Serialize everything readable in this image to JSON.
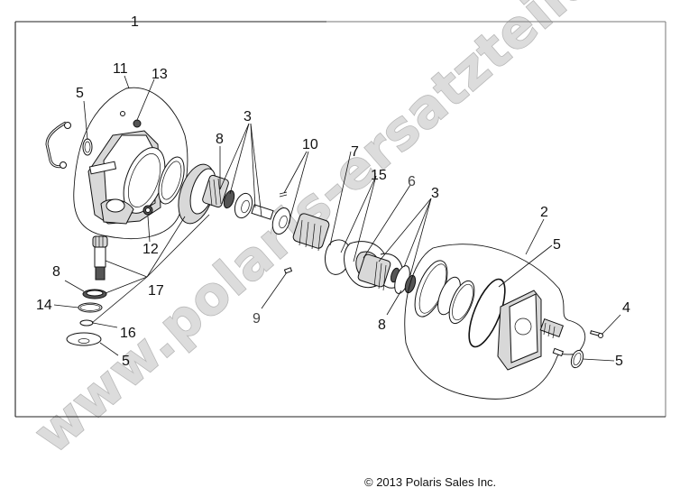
{
  "diagram": {
    "type": "exploded-parts-diagram",
    "assembly_callout": "1",
    "callouts": [
      {
        "id": "c1",
        "label": "1"
      },
      {
        "id": "c11",
        "label": "11"
      },
      {
        "id": "c13",
        "label": "13"
      },
      {
        "id": "c5a",
        "label": "5"
      },
      {
        "id": "c3a",
        "label": "3"
      },
      {
        "id": "c8a",
        "label": "8"
      },
      {
        "id": "c10",
        "label": "10"
      },
      {
        "id": "c7",
        "label": "7"
      },
      {
        "id": "c15",
        "label": "15"
      },
      {
        "id": "c6",
        "label": "6"
      },
      {
        "id": "c3b",
        "label": "3"
      },
      {
        "id": "c2",
        "label": "2"
      },
      {
        "id": "c5b",
        "label": "5"
      },
      {
        "id": "c12",
        "label": "12"
      },
      {
        "id": "c8b",
        "label": "8"
      },
      {
        "id": "c17",
        "label": "17"
      },
      {
        "id": "c14",
        "label": "14"
      },
      {
        "id": "c16",
        "label": "16"
      },
      {
        "id": "c5c",
        "label": "5"
      },
      {
        "id": "c9",
        "label": "9"
      },
      {
        "id": "c8c",
        "label": "8"
      },
      {
        "id": "c4",
        "label": "4"
      },
      {
        "id": "c5d",
        "label": "5"
      }
    ],
    "groups": [
      {
        "name": "front-housing-group",
        "callout": "11"
      },
      {
        "name": "rear-cover-group",
        "callout": "2"
      }
    ]
  },
  "watermark": {
    "text": "www.polaris-ersatzteile.de"
  },
  "footer": {
    "copyright": "© 2013 Polaris Sales Inc."
  },
  "colors": {
    "line": "#111111",
    "frame": "#222222",
    "watermark_fill": "#dcdcdc",
    "watermark_stroke": "#b8b8b8",
    "background": "#ffffff"
  }
}
